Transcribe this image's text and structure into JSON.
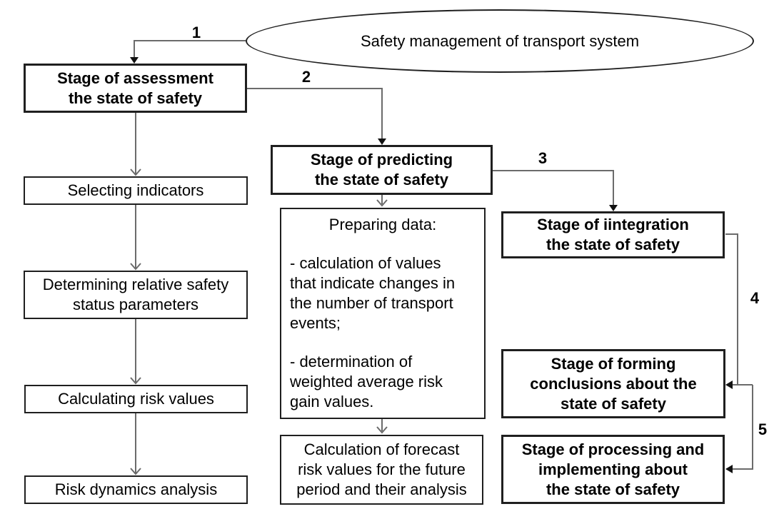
{
  "colors": {
    "background": "#ffffff",
    "line": "#6b6b6b",
    "arrowhead": "#111111",
    "border": "#1f1f1f",
    "text": "#000000"
  },
  "ellipse": {
    "label": "Safety management of transport system"
  },
  "nodes": {
    "assessment": "Stage of assessment\nthe state of safety",
    "selecting_indicators": "Selecting indicators",
    "determining_parameters": "Determining relative safety\nstatus parameters",
    "calculating_risk_values": "Calculating risk values",
    "risk_dynamics_analysis": "Risk dynamics analysis",
    "predicting": "Stage of predicting\nthe state of safety",
    "forecast_calculation": "Calculation of forecast\nrisk values for the future\nperiod and their analysis",
    "integration": "Stage of iintegration\nthe state of safety",
    "forming_conclusions": "Stage of forming\nconclusions about the\nstate of safety",
    "processing_implementing": "Stage of processing and\nimplementing about\nthe state of safety"
  },
  "preparing_data": {
    "title": "Preparing data:",
    "items": [
      "- calculation of values\nthat indicate changes in\nthe number of transport\nevents;",
      "- determination of\nweighted average risk\ngain values."
    ]
  },
  "edge_labels": {
    "e1": "1",
    "e2": "2",
    "e3": "3",
    "e4": "4",
    "e5": "5"
  }
}
